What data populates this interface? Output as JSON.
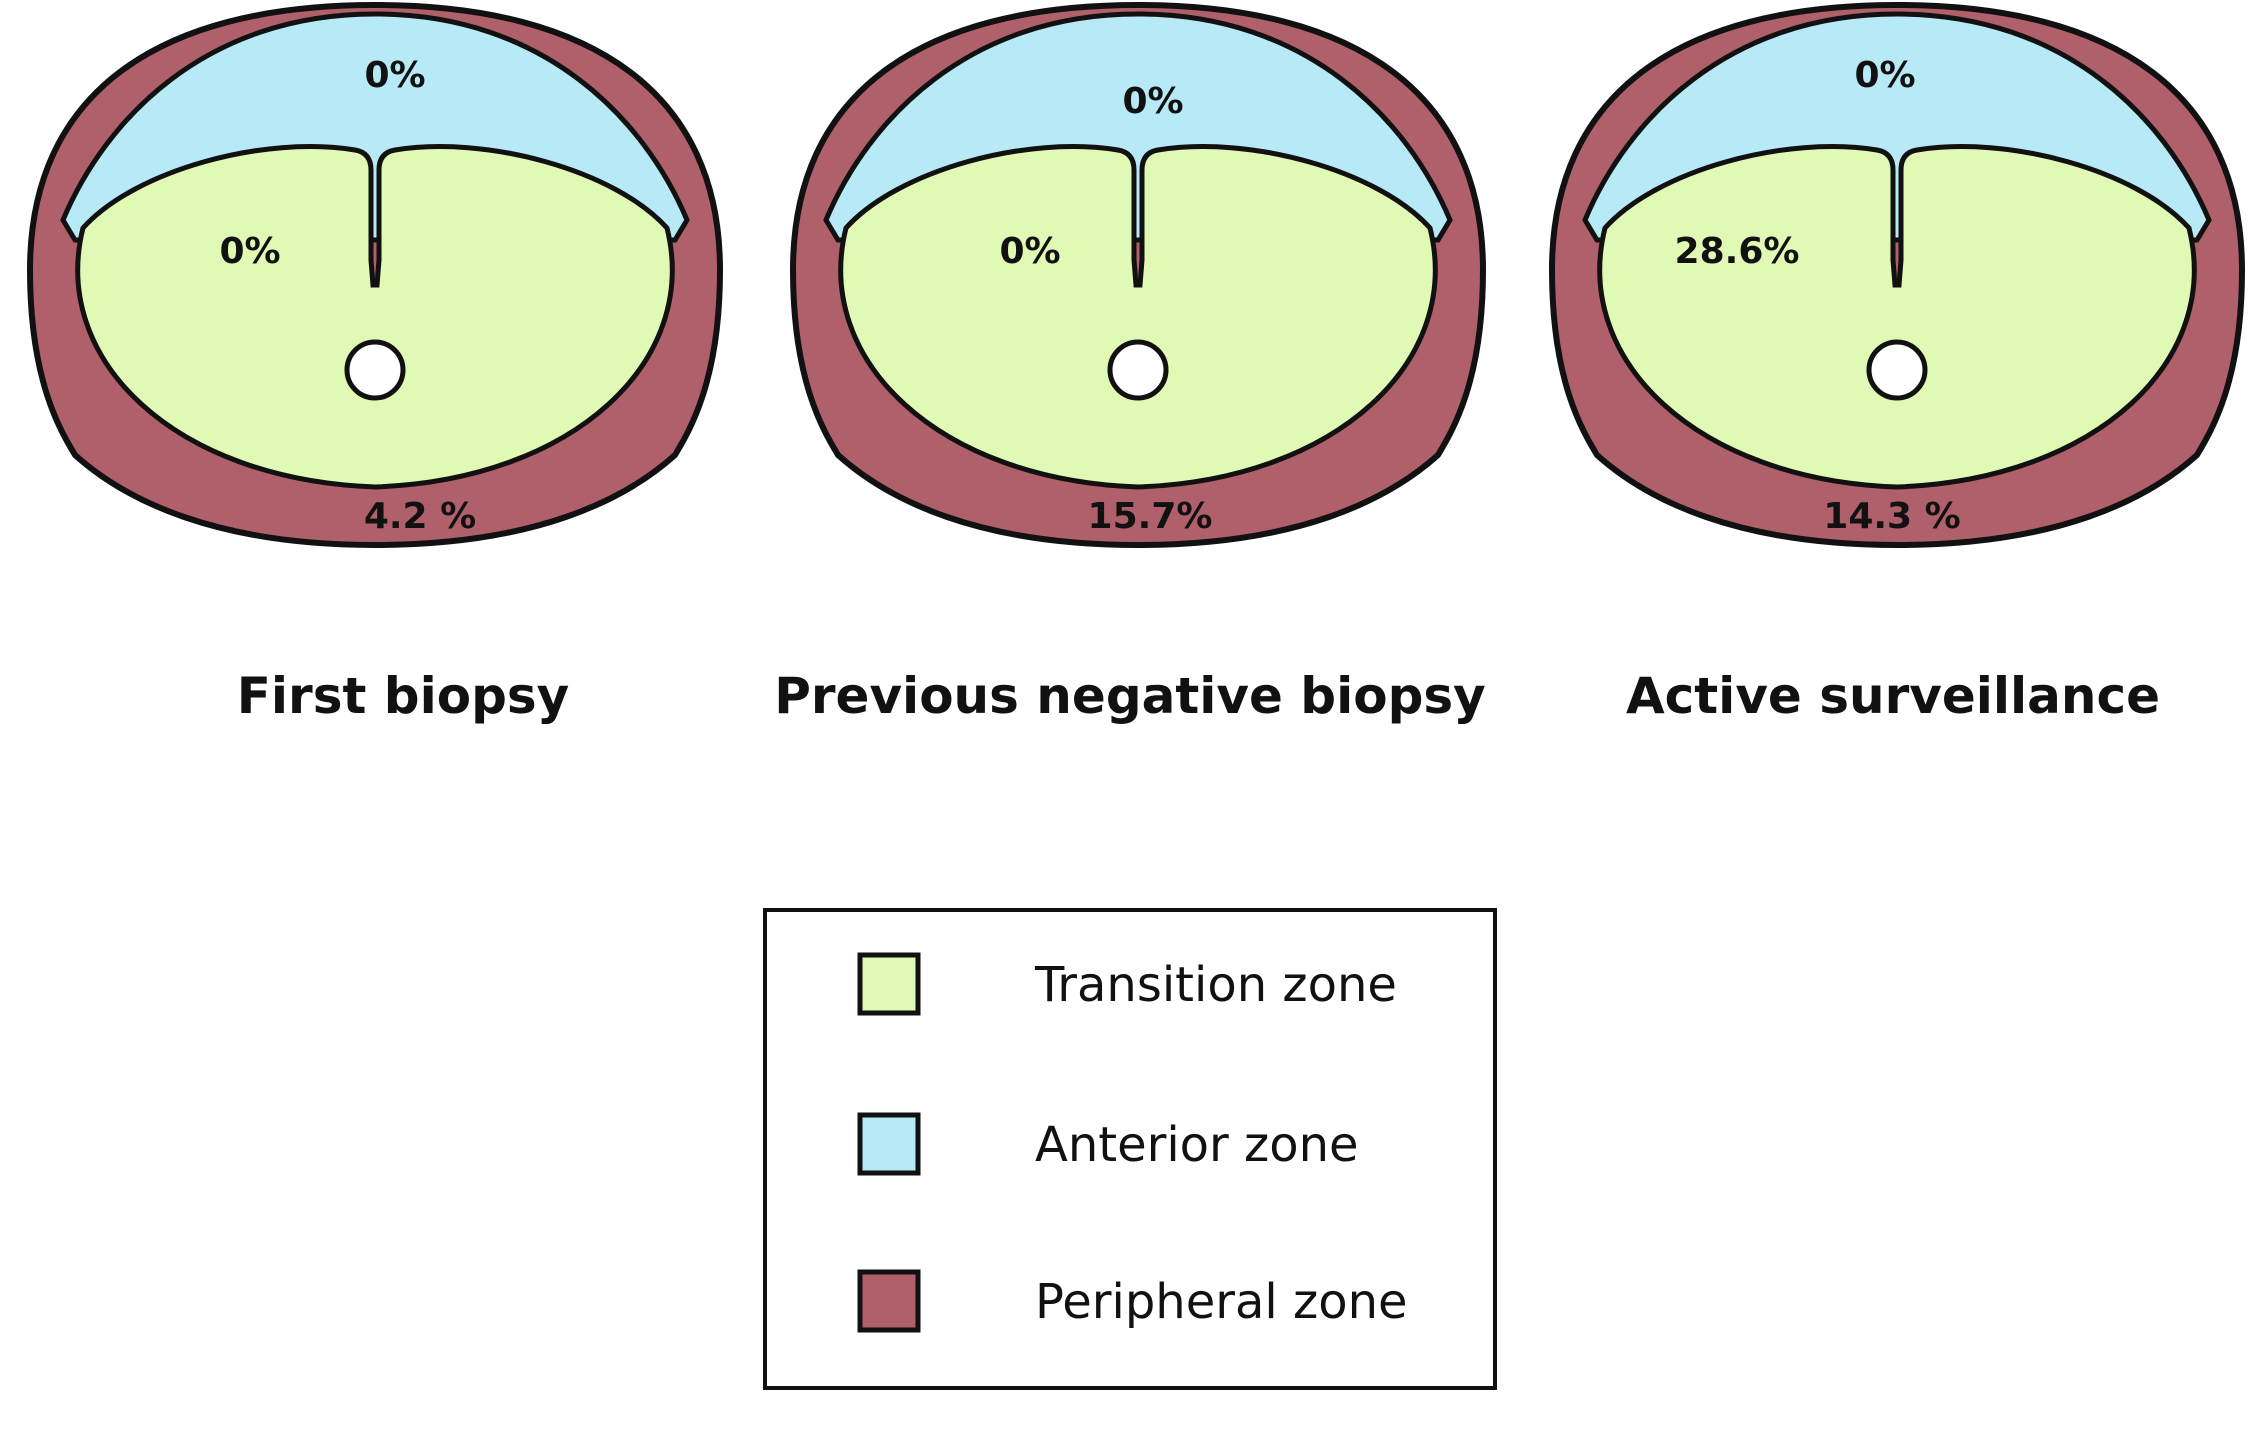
{
  "colors": {
    "transition": "#e0f9b5",
    "anterior": "#b7e9f7",
    "peripheral": "#b0606a",
    "outline": "#111111"
  },
  "diagrams": [
    {
      "caption": "First biopsy",
      "anterior_label": "0%",
      "transition_label": "0%",
      "peripheral_label": "4.2 %"
    },
    {
      "caption": "Previous negative biopsy",
      "anterior_label": "0%",
      "transition_label": "0%",
      "peripheral_label": "15.7%"
    },
    {
      "caption": "Active surveillance",
      "anterior_label": "0%",
      "transition_label": "28.6%",
      "peripheral_label": "14.3 %"
    }
  ],
  "legend": {
    "items": [
      {
        "label": "Transition zone",
        "color_key": "transition"
      },
      {
        "label": "Anterior zone",
        "color_key": "anterior"
      },
      {
        "label": "Peripheral zone",
        "color_key": "peripheral"
      }
    ]
  }
}
